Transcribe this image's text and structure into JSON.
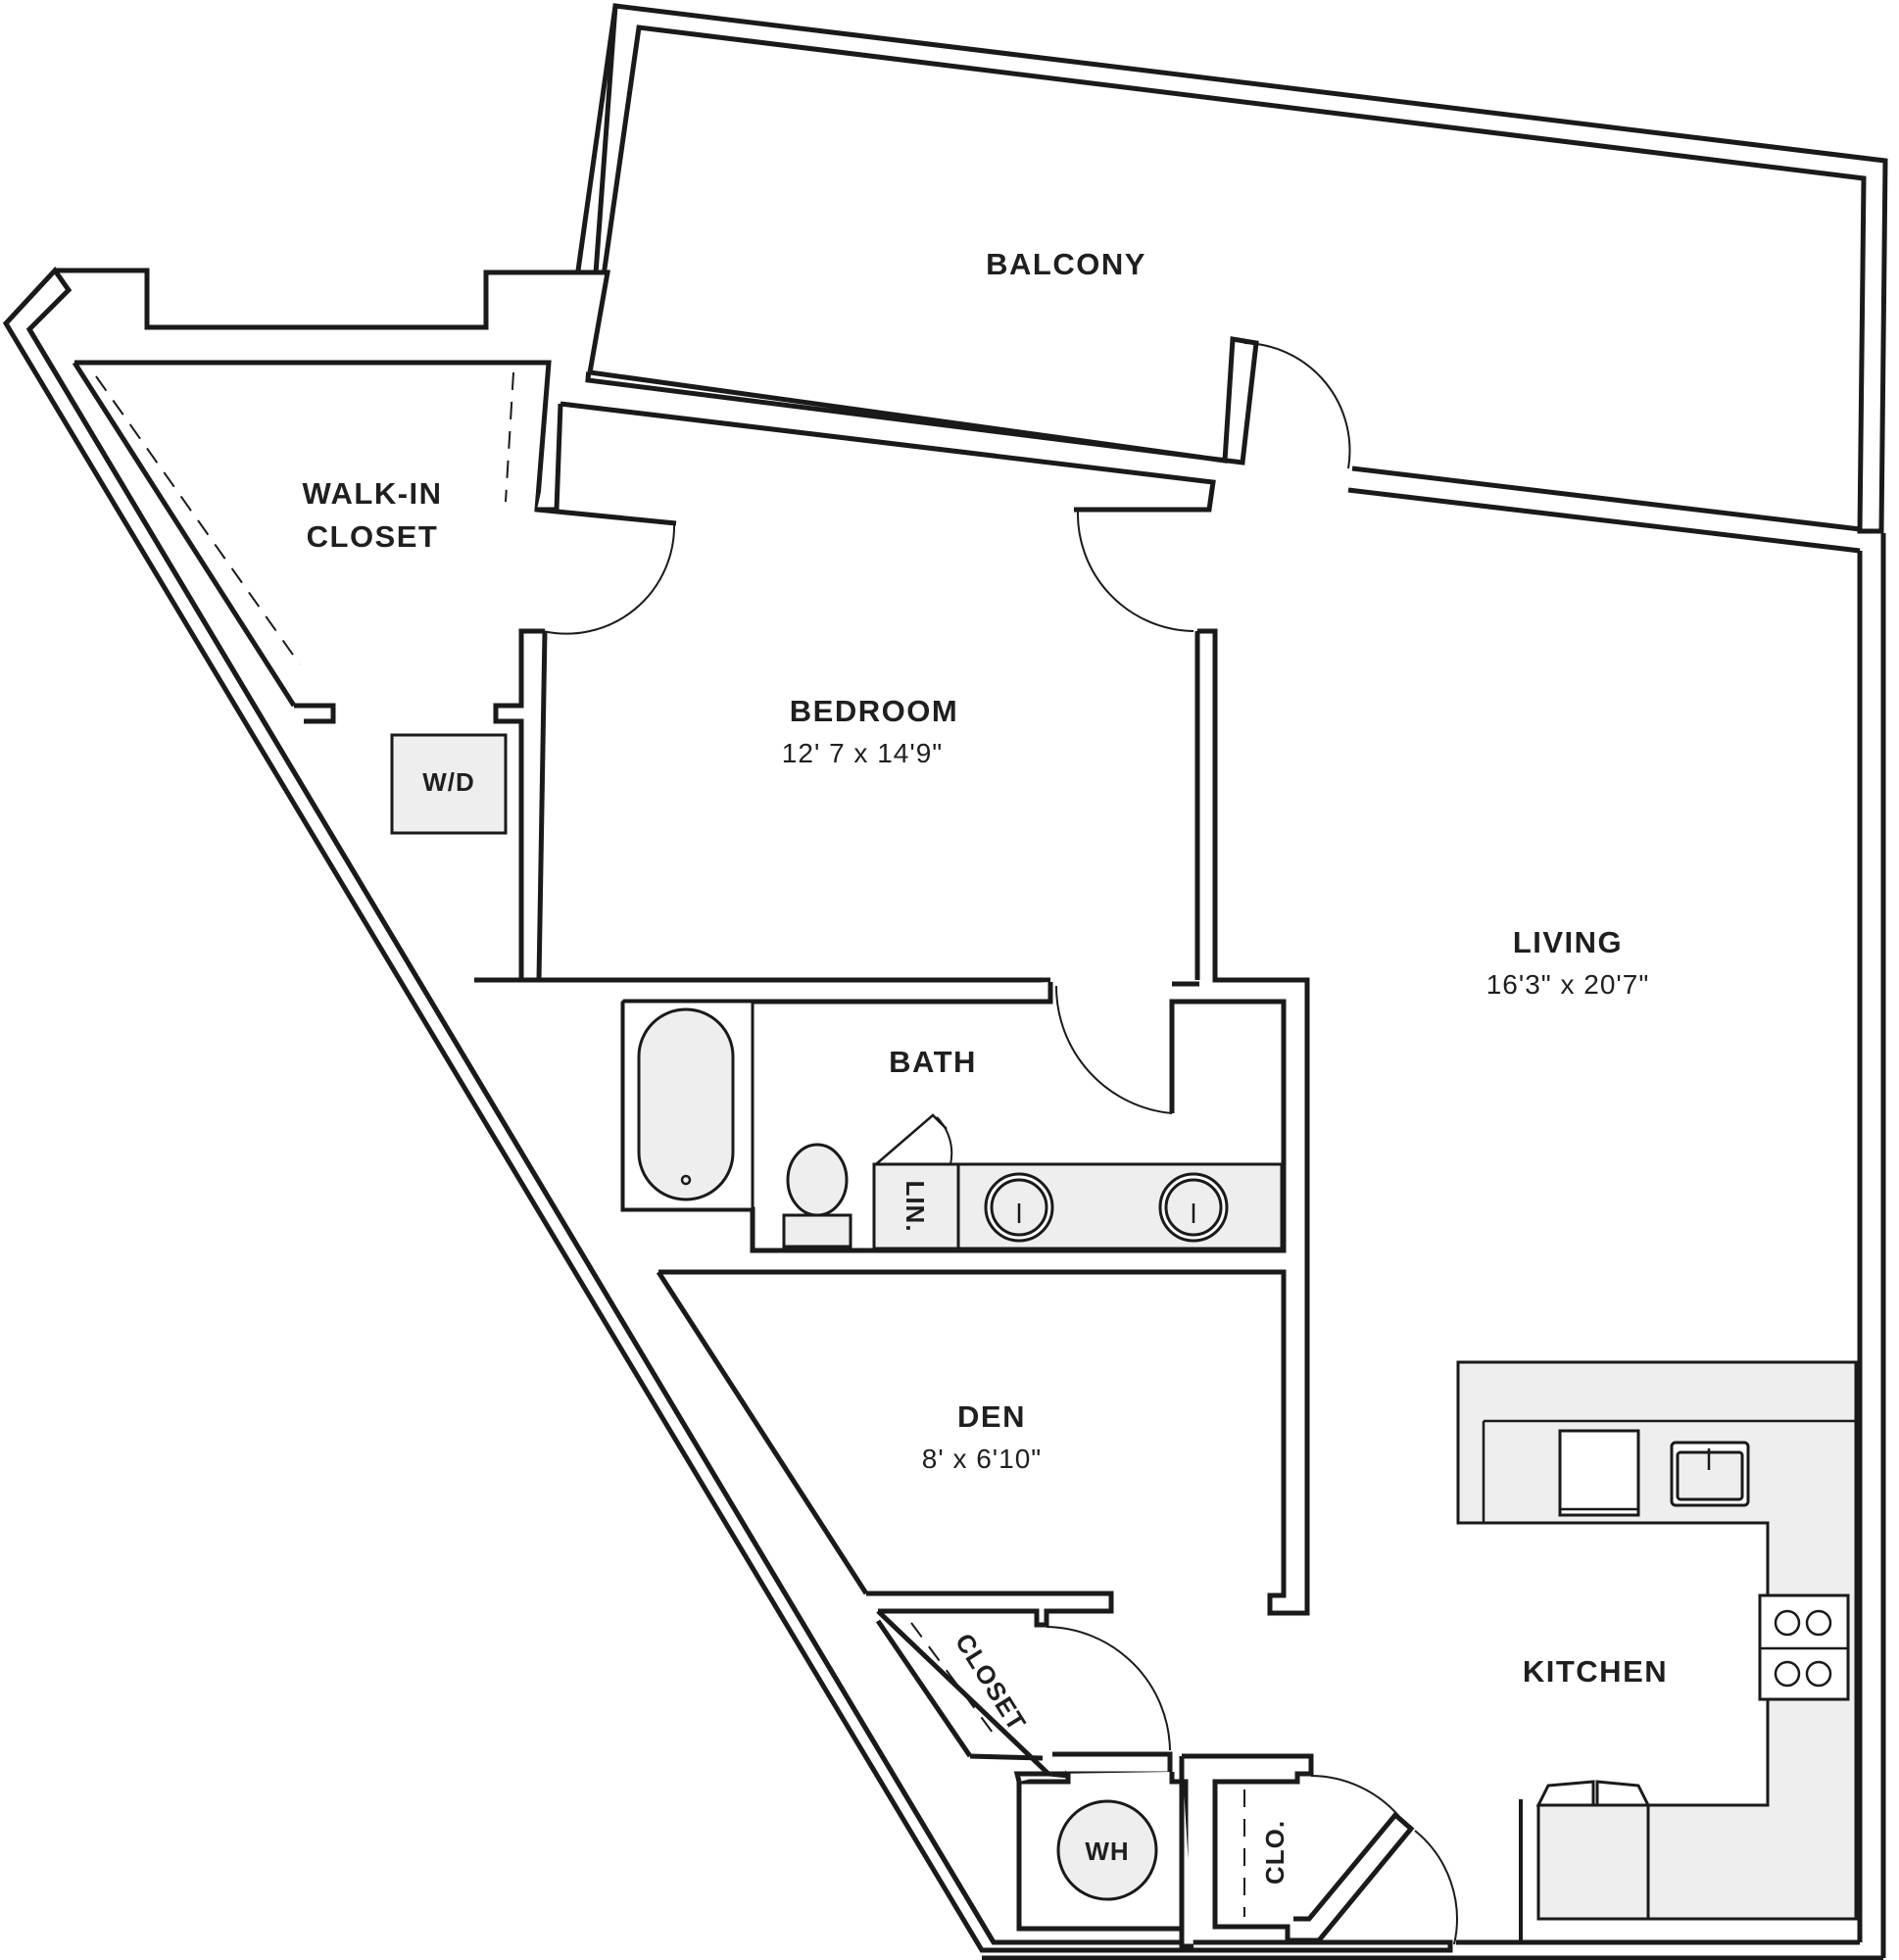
{
  "rooms": {
    "balcony": {
      "name": "BALCONY"
    },
    "walk_in_closet": {
      "name_line1": "WALK-IN",
      "name_line2": "CLOSET"
    },
    "washer_dryer": {
      "name": "W/D"
    },
    "bedroom": {
      "name": "BEDROOM",
      "dimensions": "12' 7 x 14'9\""
    },
    "living": {
      "name": "LIVING",
      "dimensions": "16'3\" x 20'7\""
    },
    "bath": {
      "name": "BATH"
    },
    "linen": {
      "name": "LIN."
    },
    "den": {
      "name": "DEN",
      "dimensions": "8' x 6'10\""
    },
    "closet": {
      "name": "CLOSET"
    },
    "kitchen": {
      "name": "KITCHEN"
    },
    "water_heater": {
      "name": "WH"
    },
    "clo": {
      "name": "CLO."
    }
  },
  "colors": {
    "wall": "#1a1a1a",
    "fixture_fill": "#eeeeef",
    "background": "#ffffff"
  }
}
